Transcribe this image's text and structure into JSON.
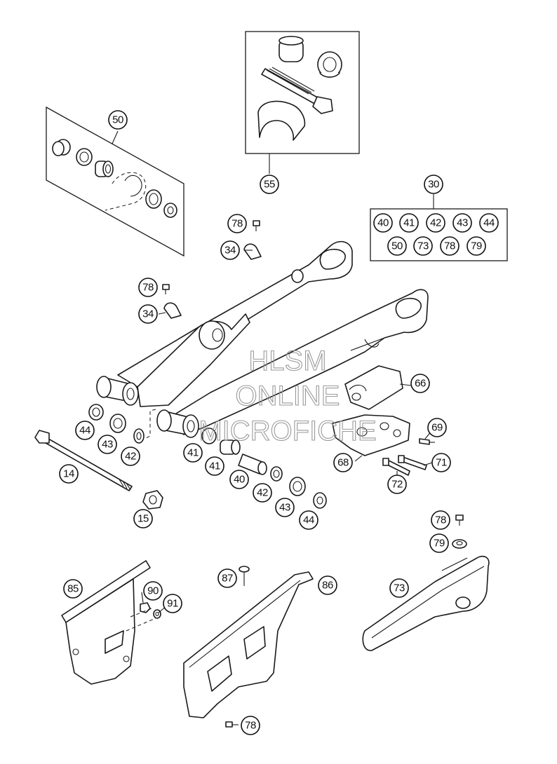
{
  "watermark": {
    "line1": "HLSM",
    "line2": "ONLINE",
    "line3": "MICROFICHE"
  },
  "callouts": {
    "c50a": "50",
    "c55": "55",
    "c30": "30",
    "k40": "40",
    "k41": "41",
    "k42": "42",
    "k43": "43",
    "k44": "44",
    "k50": "50",
    "k73": "73",
    "k78": "78",
    "k79": "79",
    "c78a": "78",
    "c34a": "34",
    "c78b": "78",
    "c34b": "34",
    "c66": "66",
    "c69": "69",
    "c68": "68",
    "c71": "71",
    "c72": "72",
    "c44a": "44",
    "c43a": "43",
    "c42a": "42",
    "c14": "14",
    "c15": "15",
    "c41a": "41",
    "c41b": "41",
    "c40": "40",
    "c42b": "42",
    "c43b": "43",
    "c44b": "44",
    "c78c": "78",
    "c79": "79",
    "c73": "73",
    "c85": "85",
    "c90": "90",
    "c91": "91",
    "c87": "87",
    "c86": "86",
    "c78d": "78"
  }
}
